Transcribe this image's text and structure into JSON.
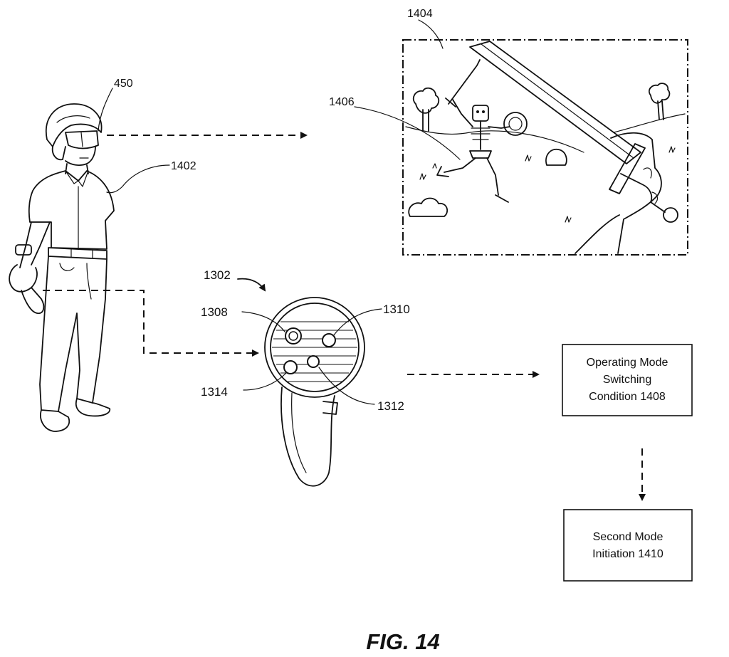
{
  "labels": {
    "user_headset": "450",
    "user": "1402",
    "scene": "1404",
    "scene_element": "1406",
    "controller": "1302",
    "button_a": "1308",
    "button_b": "1310",
    "button_c": "1312",
    "button_d": "1314"
  },
  "boxes": {
    "switching_condition": {
      "lines": [
        "Operating Mode",
        "Switching",
        "Condition 1408"
      ]
    },
    "second_mode": {
      "lines": [
        "Second Mode",
        "Initiation 1410"
      ]
    }
  },
  "figure_caption": "FIG. 14"
}
